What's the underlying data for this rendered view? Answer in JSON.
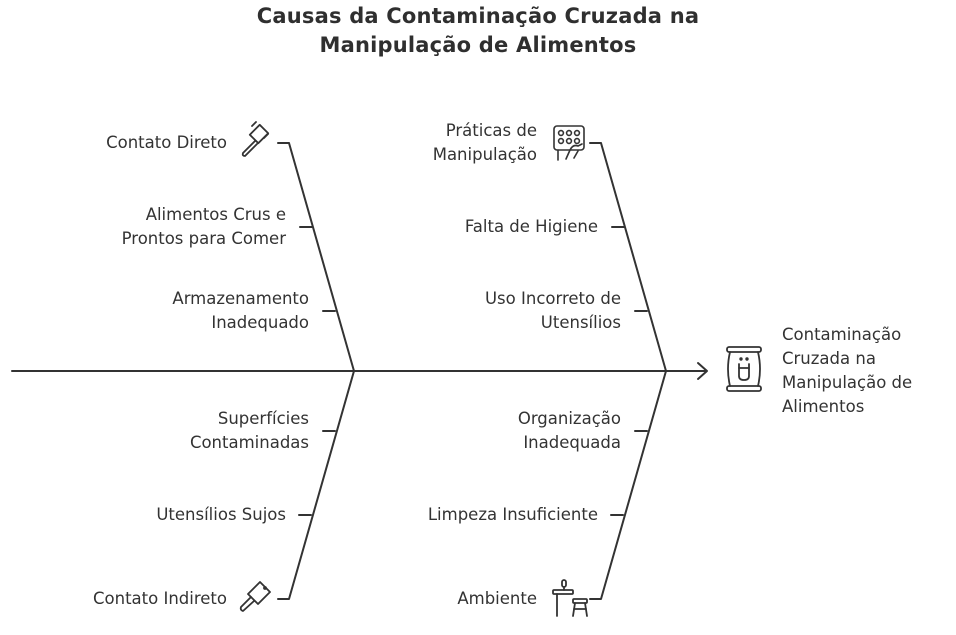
{
  "title": {
    "line1": "Causas da Contaminação Cruzada na",
    "line2": "Manipulação de Alimentos"
  },
  "effect": {
    "lines": [
      "Contaminação",
      "Cruzada na",
      "Manipulação de",
      "Alimentos"
    ],
    "icon": "food-package-icon"
  },
  "categories": [
    {
      "name": "Contato Direto",
      "position": "top-left",
      "icon": "meat-mallet-icon",
      "causes": [
        {
          "lines": [
            "Alimentos Crus e",
            "Prontos para Comer"
          ]
        },
        {
          "lines": [
            "Armazenamento",
            "Inadequado"
          ]
        }
      ]
    },
    {
      "name": "Contato Indireto",
      "position": "bottom-left",
      "icon": "cleaver-knife-icon",
      "causes": [
        {
          "lines": [
            "Superfícies",
            "Contaminadas"
          ]
        },
        {
          "lines": [
            "Utensílios Sujos"
          ]
        }
      ]
    },
    {
      "name_lines": [
        "Práticas de",
        "Manipulação"
      ],
      "position": "top-right",
      "icon": "hand-keypad-icon",
      "causes": [
        {
          "lines": [
            "Falta de Higiene"
          ]
        },
        {
          "lines": [
            "Uso Incorreto de",
            "Utensílios"
          ]
        }
      ]
    },
    {
      "name": "Ambiente",
      "position": "bottom-right",
      "icon": "table-stool-icon",
      "causes": [
        {
          "lines": [
            "Organização",
            "Inadequada"
          ]
        },
        {
          "lines": [
            "Limpeza Insuficiente"
          ]
        }
      ]
    }
  ],
  "colors": {
    "line": "#333333",
    "text": "#333333",
    "background": "#ffffff"
  }
}
